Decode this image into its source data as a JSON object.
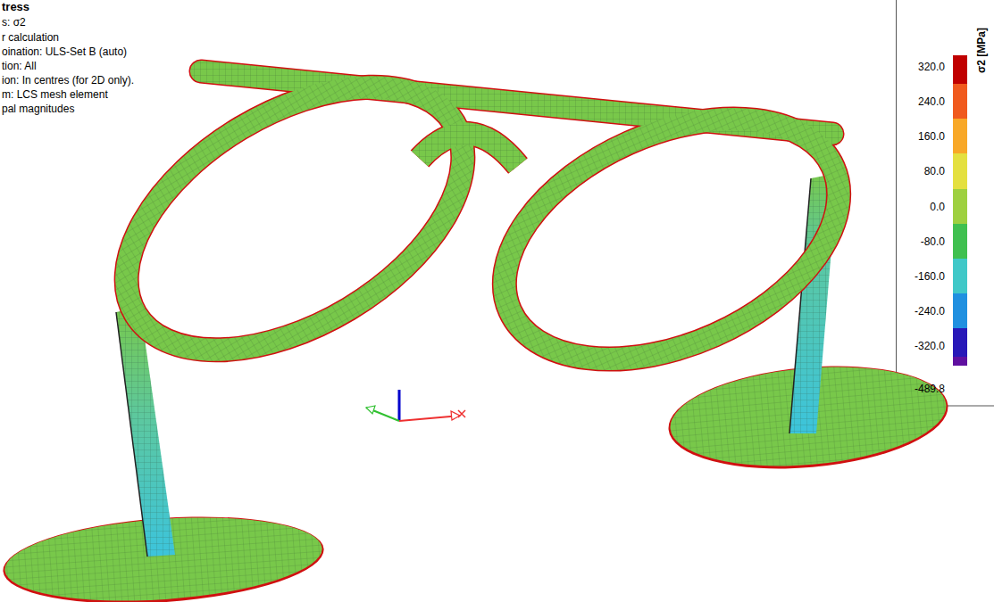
{
  "diagram": {
    "labels": [
      "tress",
      "s: σ2",
      "r calculation",
      "oination: ULS-Set B (auto)",
      "tion: All",
      "ion: In centres (for 2D only).",
      "m: LCS mesh element",
      "pal magnitudes",
      "σ2 [MPa]",
      "-489.8"
    ],
    "legend": [
      {
        "text": "320.0",
        "color": "#c00000"
      },
      {
        "text": "240.0",
        "color": "#f05a1e"
      },
      {
        "text": "160.0",
        "color": "#f8a828"
      },
      {
        "text": "80.0",
        "color": "#e4e040"
      },
      {
        "text": "0.0",
        "color": "#9ed040"
      },
      {
        "text": "-80.0",
        "color": "#40c050"
      },
      {
        "text": "-160.0",
        "color": "#40c8c8"
      },
      {
        "text": "-240.0",
        "color": "#2090e0"
      },
      {
        "text": "-320.0",
        "color": "#2818b8"
      }
    ]
  }
}
